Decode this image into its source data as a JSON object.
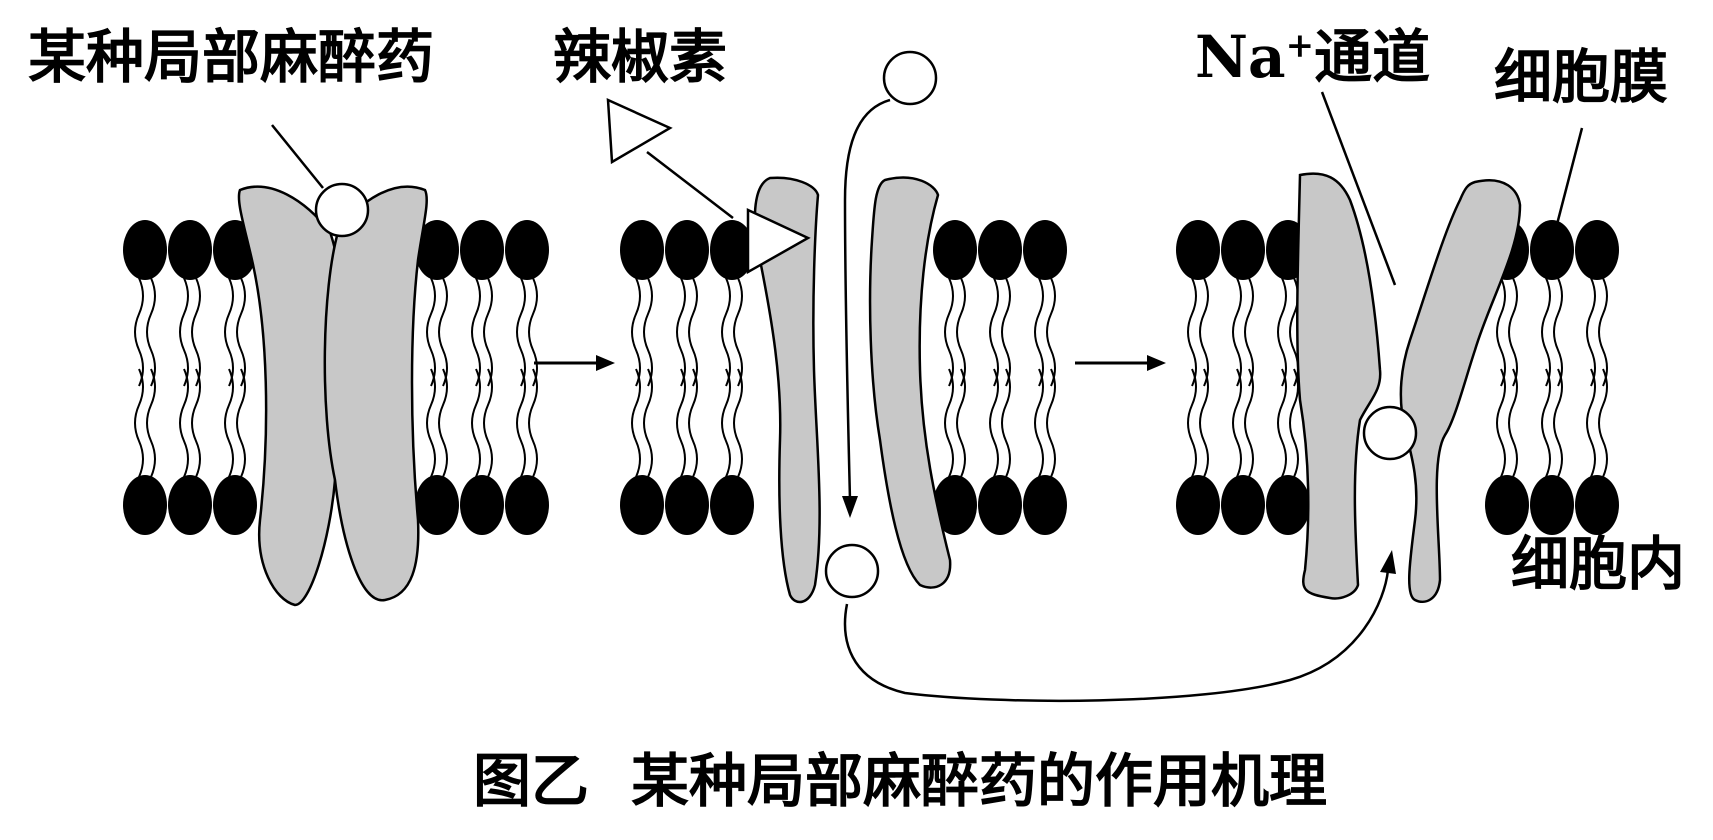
{
  "labels": {
    "anesthetic": "某种局部麻醉药",
    "capsaicin": "辣椒素",
    "na_channel_prefix": "Na",
    "na_channel_sup": "+",
    "na_channel_suffix": "通道",
    "membrane": "细胞膜",
    "intracellular": "细胞内"
  },
  "caption": {
    "figure_id": "图乙",
    "title": "某种局部麻醉药的作用机理"
  },
  "colors": {
    "protein_fill": "#c8c8c8",
    "lipid_head": "#000000",
    "line": "#000000",
    "background": "#ffffff"
  }
}
